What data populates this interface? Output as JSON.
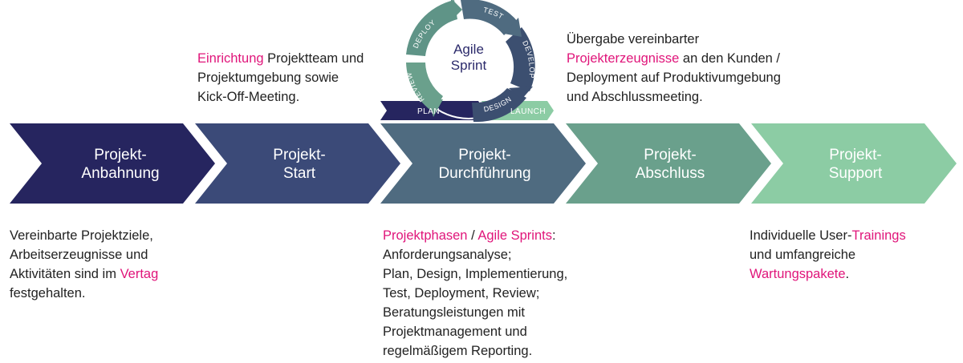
{
  "colors": {
    "highlight": "#e0157a",
    "phase_fills": [
      "#26255f",
      "#3b4a78",
      "#4f6b80",
      "#6aa08c",
      "#8ccca4"
    ],
    "cycle_blue": "#3c4f70",
    "cycle_teal": "#5f9487",
    "plan_fill": "#26255f",
    "launch_fill": "#8ccca4"
  },
  "phases": [
    {
      "line1": "Projekt-",
      "line2": "Anbahnung"
    },
    {
      "line1": "Projekt-",
      "line2": "Start"
    },
    {
      "line1": "Projekt-",
      "line2": "Durchführung"
    },
    {
      "line1": "Projekt-",
      "line2": "Abschluss"
    },
    {
      "line1": "Projekt-",
      "line2": "Support"
    }
  ],
  "sprint": {
    "center_line1": "Agile",
    "center_line2": "Sprint",
    "segments": [
      "DEPLOY",
      "TEST",
      "DEVELOP",
      "DESIGN",
      "REVIEW"
    ],
    "plan_label": "PLAN",
    "launch_label": "LAUNCH"
  },
  "top_texts": {
    "start": {
      "hl": "Einrichtung",
      "l1_rest": " Projektteam und",
      "l2": "Projektumgebung sowie",
      "l3": "Kick-Off-Meeting."
    },
    "abschluss": {
      "l1": "Übergabe vereinbarter",
      "l2_hl": "Projekterzeugnisse",
      "l2_rest": " an den Kunden /",
      "l3": "Deployment auf Produktivumgebung",
      "l4": "und Abschlussmeeting."
    }
  },
  "bottom_texts": {
    "anbahnung": {
      "l1": "Vereinbarte Projektziele,",
      "l2": "Arbeitserzeugnisse und",
      "l3_pre": "Aktivitäten sind im ",
      "l3_hl": "Vertag",
      "l4": "festgehalten."
    },
    "durchfuehrung": {
      "l1_hl1": "Projektphasen",
      "l1_sep": " / ",
      "l1_hl2": "Agile Sprints",
      "l1_end": ":",
      "l2": "Anforderungsanalyse;",
      "l3": "Plan, Design, Implementierung,",
      "l4": "Test, Deployment, Review;",
      "l5": "Beratungsleistungen mit",
      "l6": "Projektmanagement und",
      "l7": "regelmäßigem Reporting."
    },
    "support": {
      "l1_pre": "Individuelle User-",
      "l1_hl": "Trainings",
      "l2": "und umfangreiche",
      "l3_hl": "Wartungspakete",
      "l3_end": "."
    }
  }
}
